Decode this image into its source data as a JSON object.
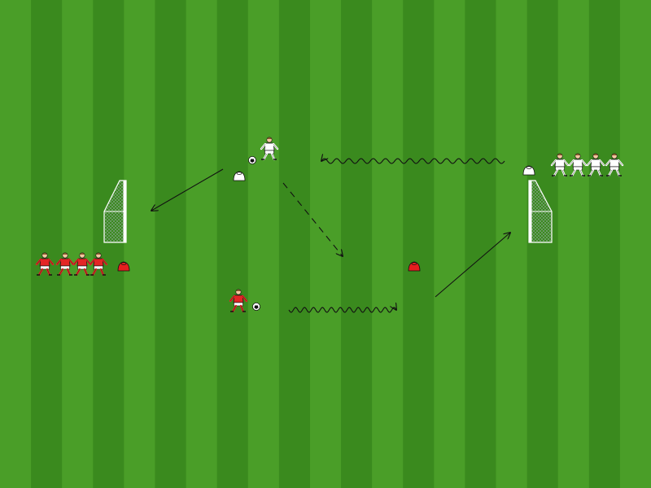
{
  "pitch": {
    "stripe_colors": [
      "#4a9e28",
      "#3a8a1e"
    ],
    "stripe_count": 21
  },
  "colors": {
    "red_team": "#e32626",
    "white_team": "#ffffff",
    "cone_red": "#e51e1e",
    "cone_white": "#ffffff",
    "line": "#111111"
  },
  "teams": {
    "red": {
      "waiting_players": 4,
      "active_players": 1,
      "kit_color": "red"
    },
    "white": {
      "waiting_players": 4,
      "active_players": 1,
      "kit_color": "white"
    }
  },
  "goals": {
    "count": 2
  },
  "cones": {
    "red": 2,
    "white": 2
  },
  "balls": {
    "count": 2
  },
  "arrow_types": [
    "pass-solid",
    "run-dashed",
    "dribble-wavy"
  ]
}
